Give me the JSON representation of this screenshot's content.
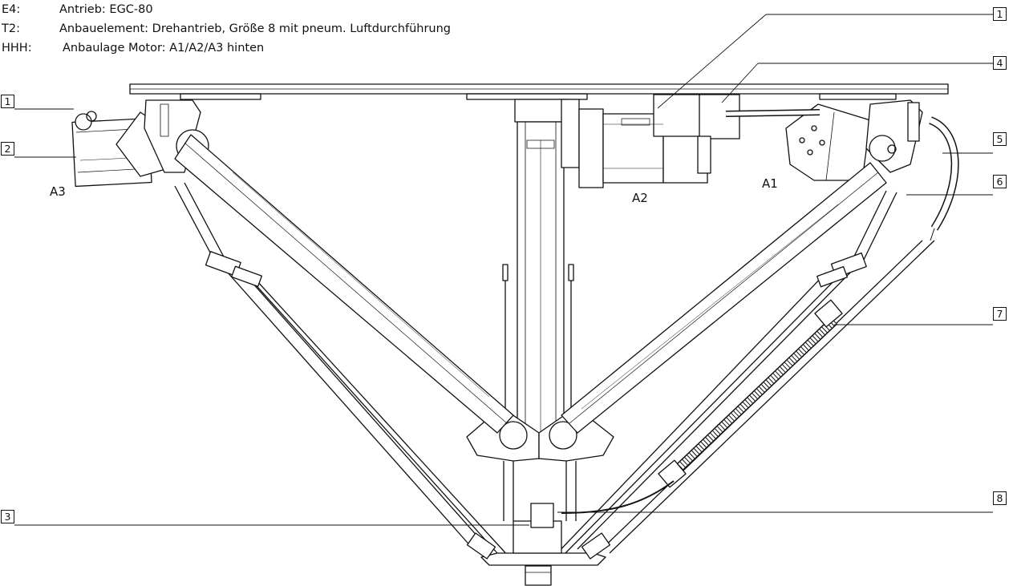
{
  "legend": [
    {
      "code": "E4:",
      "text": "Antrieb: EGC-80"
    },
    {
      "code": "T2:",
      "text": "Anbauelement: Drehantrieb, Größe 8 mit pneum. Luftdurchführung"
    },
    {
      "code": "HHH:",
      "text": "Anbaulage Motor: A1/A2/A3 hinten"
    }
  ],
  "motor_labels": {
    "a1": "A1",
    "a2": "A2",
    "a3": "A3"
  },
  "callouts": {
    "c1_left": "1",
    "c2_left": "2",
    "c3_left": "3",
    "c1_right": "1",
    "c4_right": "4",
    "c5_right": "5",
    "c6_right": "6",
    "c7_right": "7",
    "c8_right": "8"
  }
}
